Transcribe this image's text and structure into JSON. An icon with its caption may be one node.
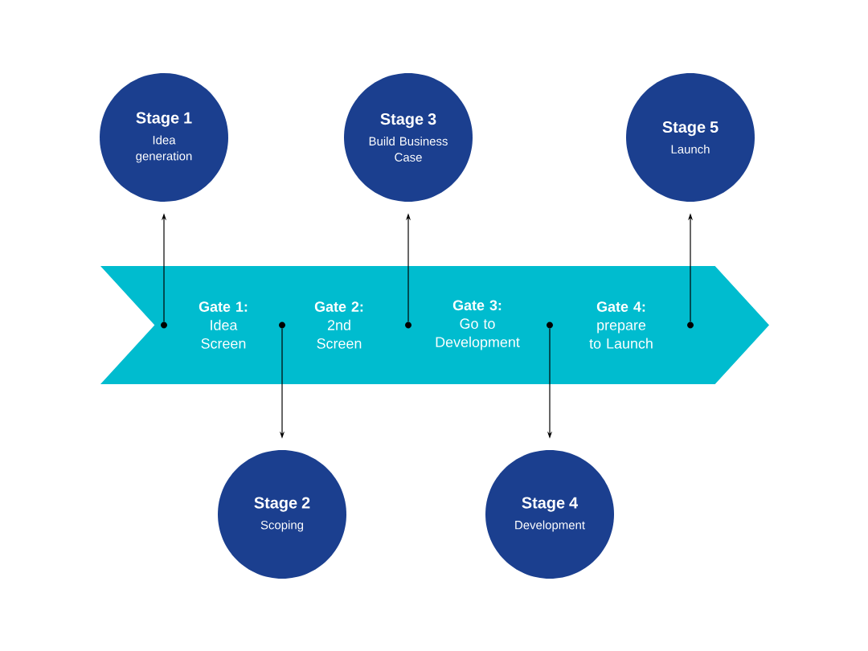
{
  "diagram": {
    "nodes": [
      {
        "text": [],
        "shape": "chevron"
      },
      {
        "text": [
          "Gate 1:",
          "Idea Screen"
        ],
        "in": 0
      },
      {
        "text": [
          "Gate 2:",
          "2nd Screen"
        ],
        "in": 0
      },
      {
        "text": [
          "Gate 3:",
          "Go to Development"
        ],
        "in": 0
      },
      {
        "text": [
          "Gate 4:",
          "prepare to Launch"
        ],
        "in": 0
      },
      {
        "text": [
          "Stage 1",
          "Idea generation"
        ]
      },
      {
        "text": [
          "Stage 2",
          "Scoping"
        ]
      },
      {
        "text": [
          "Stage 3",
          "Build Business Case"
        ]
      },
      {
        "text": [
          "Stage 4",
          "Development"
        ]
      },
      {
        "text": [
          "Stage 5",
          "Launch"
        ]
      },
      {
        "text": [],
        "shape": "circle",
        "in": 0
      },
      {
        "text": [],
        "shape": "circle",
        "in": 0
      },
      {
        "text": [],
        "shape": "circle",
        "in": 0
      },
      {
        "text": [],
        "shape": "circle",
        "in": 0
      },
      {
        "text": [],
        "shape": "circle",
        "in": 0
      }
    ],
    "edges": [
      {
        "from": 10,
        "to": 5,
        "arrow": "to"
      },
      {
        "from": 11,
        "to": 6,
        "arrow": "to"
      },
      {
        "from": 12,
        "to": 7,
        "arrow": "to"
      },
      {
        "from": 13,
        "to": 8,
        "arrow": "to"
      },
      {
        "from": 14,
        "to": 9,
        "arrow": "to"
      }
    ]
  }
}
